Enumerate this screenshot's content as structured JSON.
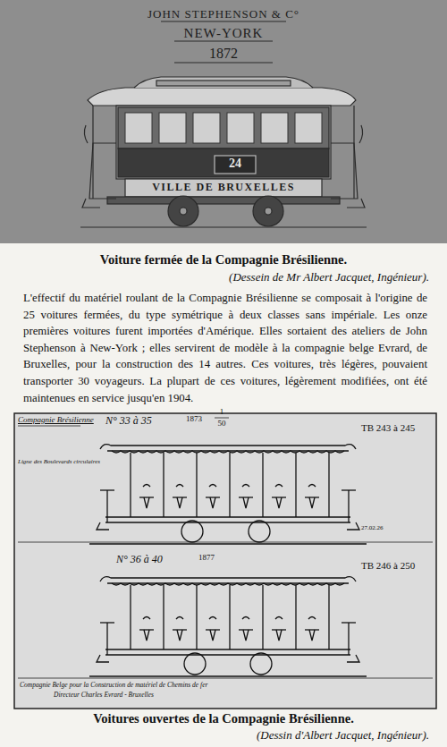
{
  "diagram": {
    "labels": [
      "JOHN STEPHENSON & C°",
      "NEW-YORK",
      "1872",
      "24",
      "VILLE DE BRUXELLES",
      "Voiture fermée de la Compagnie Brésilienne.",
      "(Dessein de Mr Albert Jacquet, Ingénieur).",
      "L'effectif du matériel roulant de la Compagnie Brésilienne se composait à l'origine de 25 voitures fermées, du type symétrique à deux classes sans impériale. Les onze premières voitures furent importées d'Amérique. Elles sortaient des ateliers de John Stephenson à New-York ; elles servirent de modèle à la compagnie belge Evrard, de Bruxelles, pour la construction des 14 autres. Ces voitures, très légères, pouvaient transporter 30 voyageurs. La plupart de ces voitures, légèrement modifiées, ont été maintenues en service jusqu'en 1904.",
      "Compagnie Brésilienne",
      "N° 33 à 35",
      "1873",
      "1",
      "50",
      "TB 243 à 245",
      "Ligne des Boulevards circulaires",
      "27.02.26",
      "N° 36 à 40",
      "1877",
      "TB 246 à 250",
      "Compagnie Belge pour la Construction de matériel de Chemins de fer",
      "Directeur Charles Evrard - Bruxelles",
      "Voitures ouvertes de la Compagnie Brésilienne.",
      "(Dessin d'Albert Jacquet, Ingénieur)."
    ]
  }
}
